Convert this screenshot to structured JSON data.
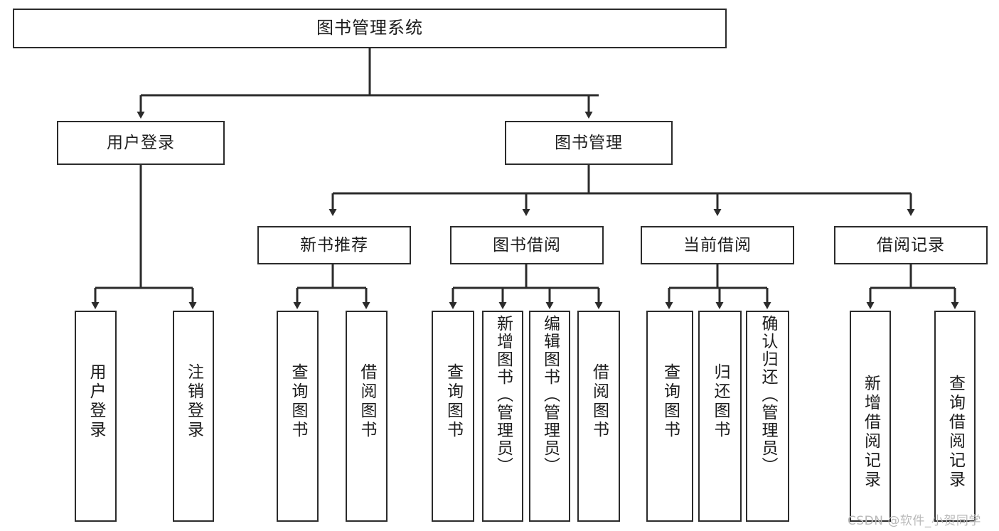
{
  "diagram": {
    "title": "图书管理系统",
    "type": "tree",
    "colors": {
      "box_border": "#2b2b2b",
      "box_fill": "#ffffff",
      "edge": "#2b2b2b",
      "text": "#1c1c1c",
      "watermark": "#b9b9b9"
    },
    "root": {
      "label": "图书管理系统"
    },
    "level1": [
      {
        "label": "用户登录"
      },
      {
        "label": "图书管理"
      }
    ],
    "level2": [
      {
        "label": "新书推荐"
      },
      {
        "label": "图书借阅"
      },
      {
        "label": "当前借阅"
      },
      {
        "label": "借阅记录"
      }
    ],
    "leaves": {
      "user_login": [
        {
          "label": "用户登录"
        },
        {
          "label": "注销登录"
        }
      ],
      "new_book_recommend": [
        {
          "label": "查询图书"
        },
        {
          "label": "借阅图书"
        }
      ],
      "book_borrow": [
        {
          "label": "查询图书"
        },
        {
          "label": "新增图书（管理员）"
        },
        {
          "label": "编辑图书（管理员）"
        },
        {
          "label": "借阅图书"
        }
      ],
      "current_borrow": [
        {
          "label": "查询图书"
        },
        {
          "label": "归还图书"
        },
        {
          "label": "确认归还（管理员）"
        }
      ],
      "borrow_records": [
        {
          "label": "新增借阅记录"
        },
        {
          "label": "查询借阅记录"
        }
      ]
    }
  },
  "watermark": {
    "text": "CSDN @软件_小贺同学"
  }
}
